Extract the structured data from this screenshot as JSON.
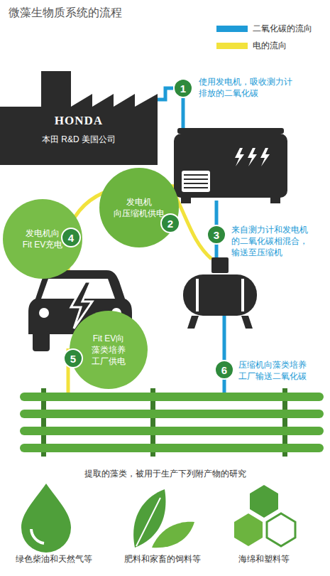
{
  "diagram": {
    "title": "微藻生物质系统的流程",
    "nodes": [
      {
        "text": [
          "HONDA",
          "本田 R&D 美国公司"
        ]
      },
      {
        "text": [
          "1"
        ]
      },
      {
        "text": [
          "发电机 向压缩机供电"
        ]
      },
      {
        "text": [
          "2"
        ]
      },
      {
        "text": [
          "3"
        ]
      },
      {
        "text": [
          "发电机向 Fit EV充电"
        ]
      },
      {
        "text": [
          "4"
        ]
      },
      {
        "text": [
          "Fit EV向 藻类培养 工厂供电"
        ]
      },
      {
        "text": [
          "5"
        ]
      },
      {
        "text": [
          "6"
        ]
      }
    ],
    "edges": [
      {
        "from": 0,
        "to": 1,
        "arrow": "none"
      }
    ],
    "labels": [
      "使用发电机，吸收测力计 排放的二氧化碳",
      "来自测力计和发电机 的二氧化碳相混合， 输送至压缩机",
      "压缩机向藻类培养 工厂输送二氧化碳",
      "提取的藻类，被用于生产下列附产物的研究",
      "绿色柴油和天然气等",
      "肥料和家畜的饲料等",
      "海绵和塑料等"
    ],
    "legend": [
      {
        "text": "二氧化碳的流向",
        "color": "#1e9bd7"
      },
      {
        "text": "电的流向",
        "color": "#f2e23c"
      }
    ]
  }
}
